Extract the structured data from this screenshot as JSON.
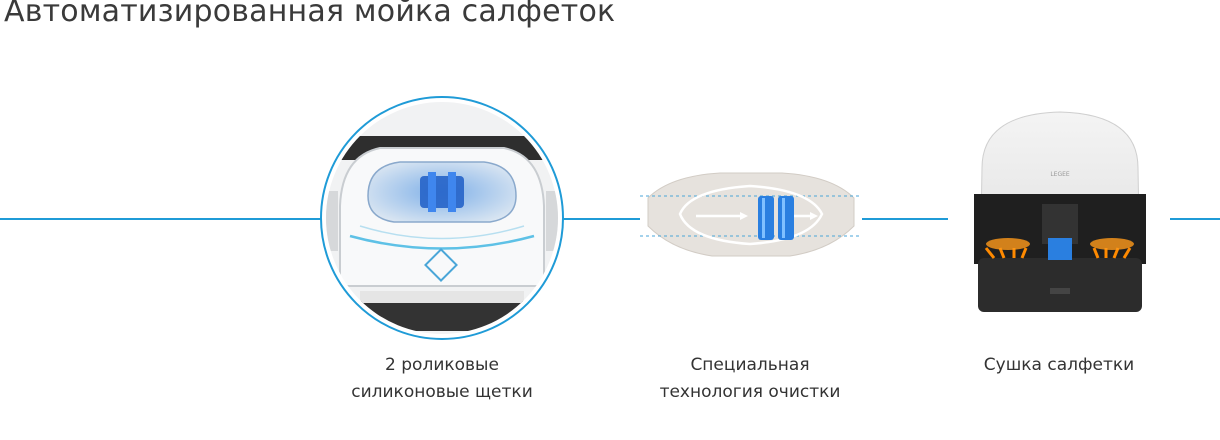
{
  "header": {
    "title": "Автоматизированная мойка салфеток"
  },
  "accent_color": "#1f9bd7",
  "features": [
    {
      "icon": "roller-brushes-icon",
      "caption_line1": "2 роликовые",
      "caption_line2": "силиконовые щетки"
    },
    {
      "icon": "mop-pad-icon",
      "caption_line1": "Специальная",
      "caption_line2": "технология очистки"
    },
    {
      "icon": "dock-drying-icon",
      "caption_line1": "Сушка салфетки",
      "caption_line2": ""
    }
  ],
  "dock": {
    "brand": "LEGEE"
  }
}
